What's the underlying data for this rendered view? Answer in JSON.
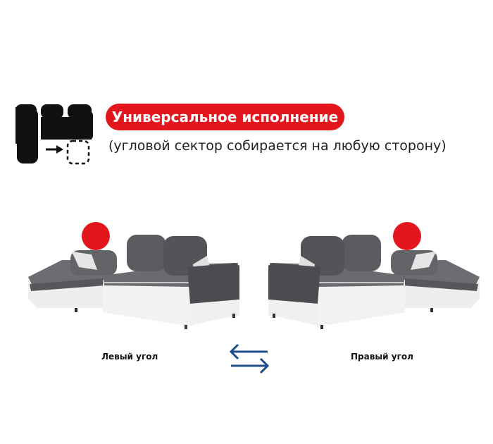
{
  "header": {
    "badge_text": "Универсальное исполнение",
    "subtitle": "(угловой сектор собирается на любую сторону)",
    "accent_color": "#e3161d",
    "icon": "corner-sofa-icon"
  },
  "variants": [
    {
      "label": "Левый угол",
      "image": "left-corner-sofa"
    },
    {
      "label": "Правый угол",
      "image": "right-corner-sofa"
    }
  ],
  "swap_icon": "swap-arrows-icon",
  "colors": {
    "upholstery_dark": "#5e6063",
    "upholstery_light": "#f0f0f0",
    "arrow": "#1f4d8c"
  }
}
